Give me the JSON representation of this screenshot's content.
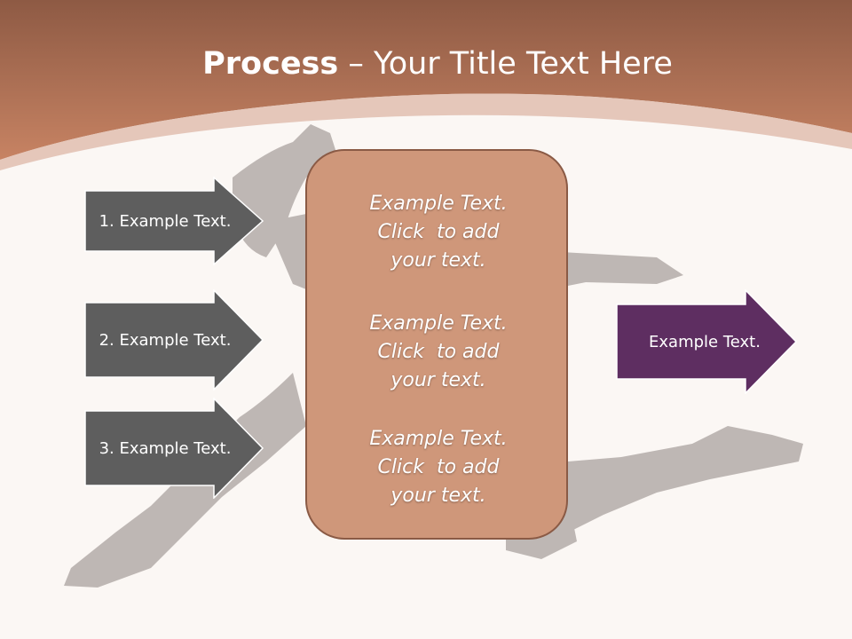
{
  "title": {
    "bold": "Process",
    "rest": " – Your Title Text Here"
  },
  "left_arrows": [
    {
      "label": "1. Example Text."
    },
    {
      "label": "2. Example Text."
    },
    {
      "label": "3. Example Text."
    }
  ],
  "center_box": {
    "blocks": [
      {
        "line1": "Example Text.",
        "line2": "Click  to add",
        "line3": "your text."
      },
      {
        "line1": "Example Text.",
        "line2": "Click  to add",
        "line3": "your text."
      },
      {
        "line1": "Example Text.",
        "line2": "Click  to add",
        "line3": "your text."
      }
    ]
  },
  "right_arrow": {
    "label": "Example Text."
  },
  "colors": {
    "header": "#b87356",
    "left_arrow": "#5e5e5e",
    "center_box": "#cf977a",
    "right_arrow": "#5e2e61"
  }
}
